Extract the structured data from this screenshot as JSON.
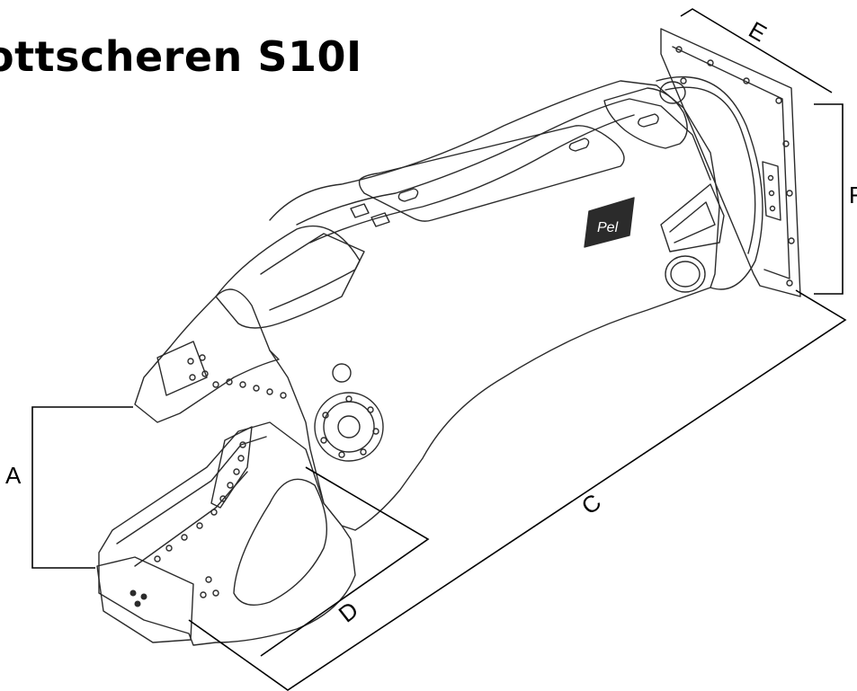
{
  "title": "ottscheren S10I",
  "dimensions": {
    "A": "A",
    "C": "C",
    "D": "D",
    "E": "E",
    "F": "F"
  },
  "logo_text": "Pel",
  "colors": {
    "line": "#000000",
    "background": "#ffffff",
    "drawing": "#2b2b2b"
  }
}
